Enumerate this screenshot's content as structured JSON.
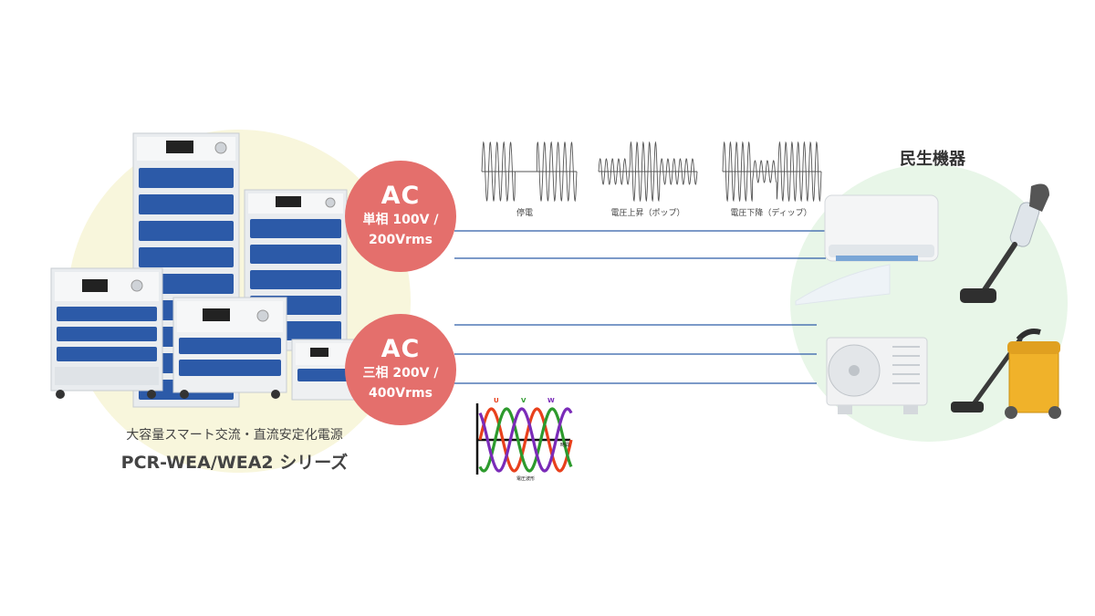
{
  "product": {
    "subtitle": "大容量スマート交流・直流安定化電源",
    "title": "PCR-WEA/WEA2 シリーズ"
  },
  "single_phase": {
    "ac": "AC",
    "line1": "単相 100V /",
    "line2": "200Vrms"
  },
  "three_phase": {
    "ac": "AC",
    "line1": "三相 200V /",
    "line2": "400Vrms"
  },
  "waveforms": {
    "outage": "停電",
    "pop": "電圧上昇（ポップ）",
    "dip": "電圧下降（ディップ）"
  },
  "three_phase_graph": {
    "u": "U",
    "v": "V",
    "w": "W",
    "axis_time": "時間",
    "axis_voltage": "電圧波形"
  },
  "consumer": {
    "title": "民生機器"
  },
  "colors": {
    "badge": "#e46f6c",
    "line": "#2f5ea8",
    "product_blue": "#2c5aa8",
    "phase_u": "#e8401c",
    "phase_v": "#2d9a2d",
    "phase_w": "#7a2bb8",
    "bg_circle_left": "#f8f6dc",
    "bg_circle_right": "#e8f6e8"
  }
}
